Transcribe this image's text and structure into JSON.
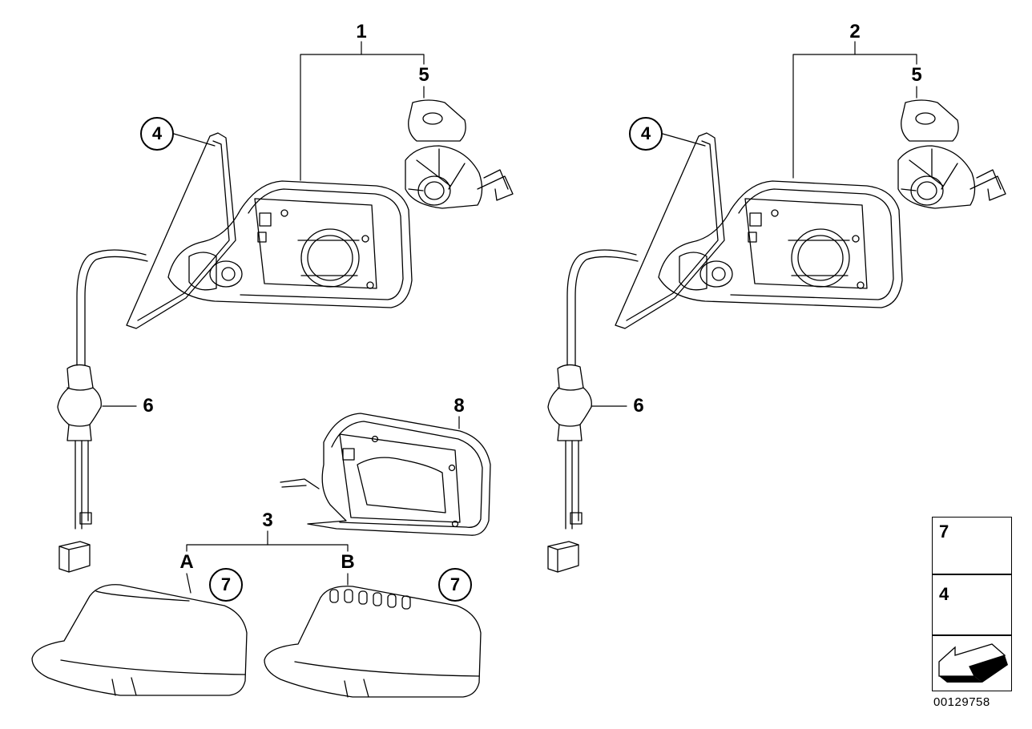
{
  "labels": {
    "l1": "1",
    "l2": "2",
    "l3": "3",
    "l5a": "5",
    "l5b": "5",
    "l6a": "6",
    "l6b": "6",
    "l8": "8",
    "la": "A",
    "lb": "B"
  },
  "circled": {
    "c4a": "4",
    "c4b": "4",
    "c7a": "7",
    "c7b": "7"
  },
  "legend": {
    "item1": "7",
    "item2": "4"
  },
  "doc_number": "00129758"
}
